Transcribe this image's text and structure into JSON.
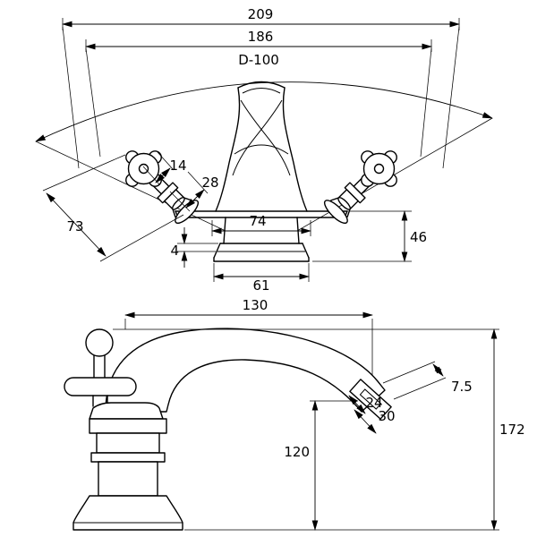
{
  "front_view": {
    "overall_width": "209",
    "handle_span": "186",
    "swing_diameter": "D-100",
    "hub_width": "14",
    "head_width": "28",
    "handle_length": "73",
    "tail_centres": "74",
    "body_height": "46",
    "base_lip": "4",
    "base_width": "61"
  },
  "side_view": {
    "spout_reach": "130",
    "outlet_lip": "7.5",
    "outlet_width": "24",
    "outlet_length": "30",
    "outlet_height": "120",
    "overall_height": "172"
  }
}
